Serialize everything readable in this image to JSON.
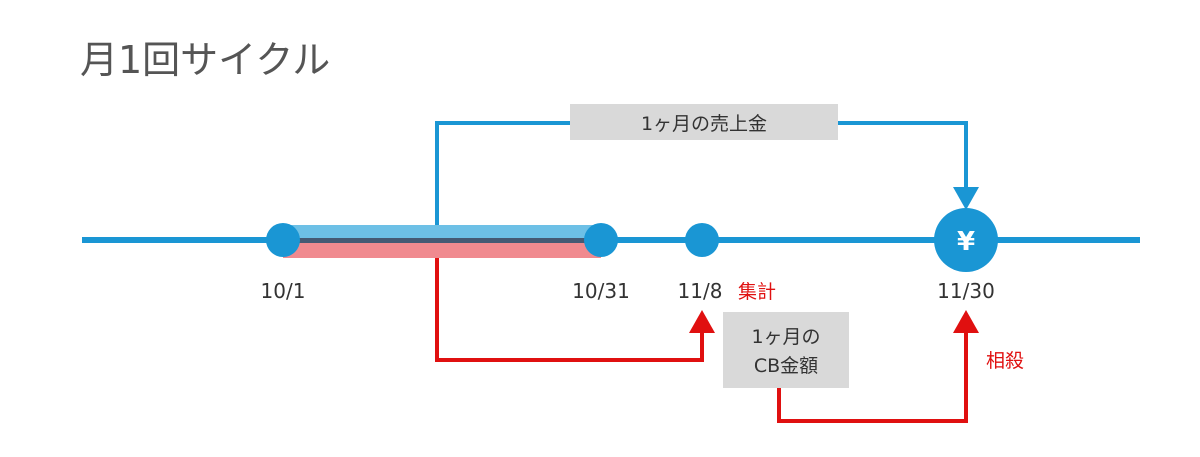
{
  "title": "月1回サイクル",
  "timeline": {
    "dates": {
      "start": "10/1",
      "end": "10/31",
      "aggregate": "11/8",
      "payment": "11/30"
    },
    "aggregate_label": "集計",
    "offset_label": "相殺",
    "payment_icon": "¥"
  },
  "boxes": {
    "sales": "1ヶ月の売上金",
    "cb_line1": "1ヶ月の",
    "cb_line2": "CB金額"
  },
  "colors": {
    "blue": "#1a96d4",
    "light_blue": "#6dc0e6",
    "pink": "#f08a8f",
    "dark_band": "#455a74",
    "red": "#e01010",
    "box_gray": "#d9d9d9"
  }
}
